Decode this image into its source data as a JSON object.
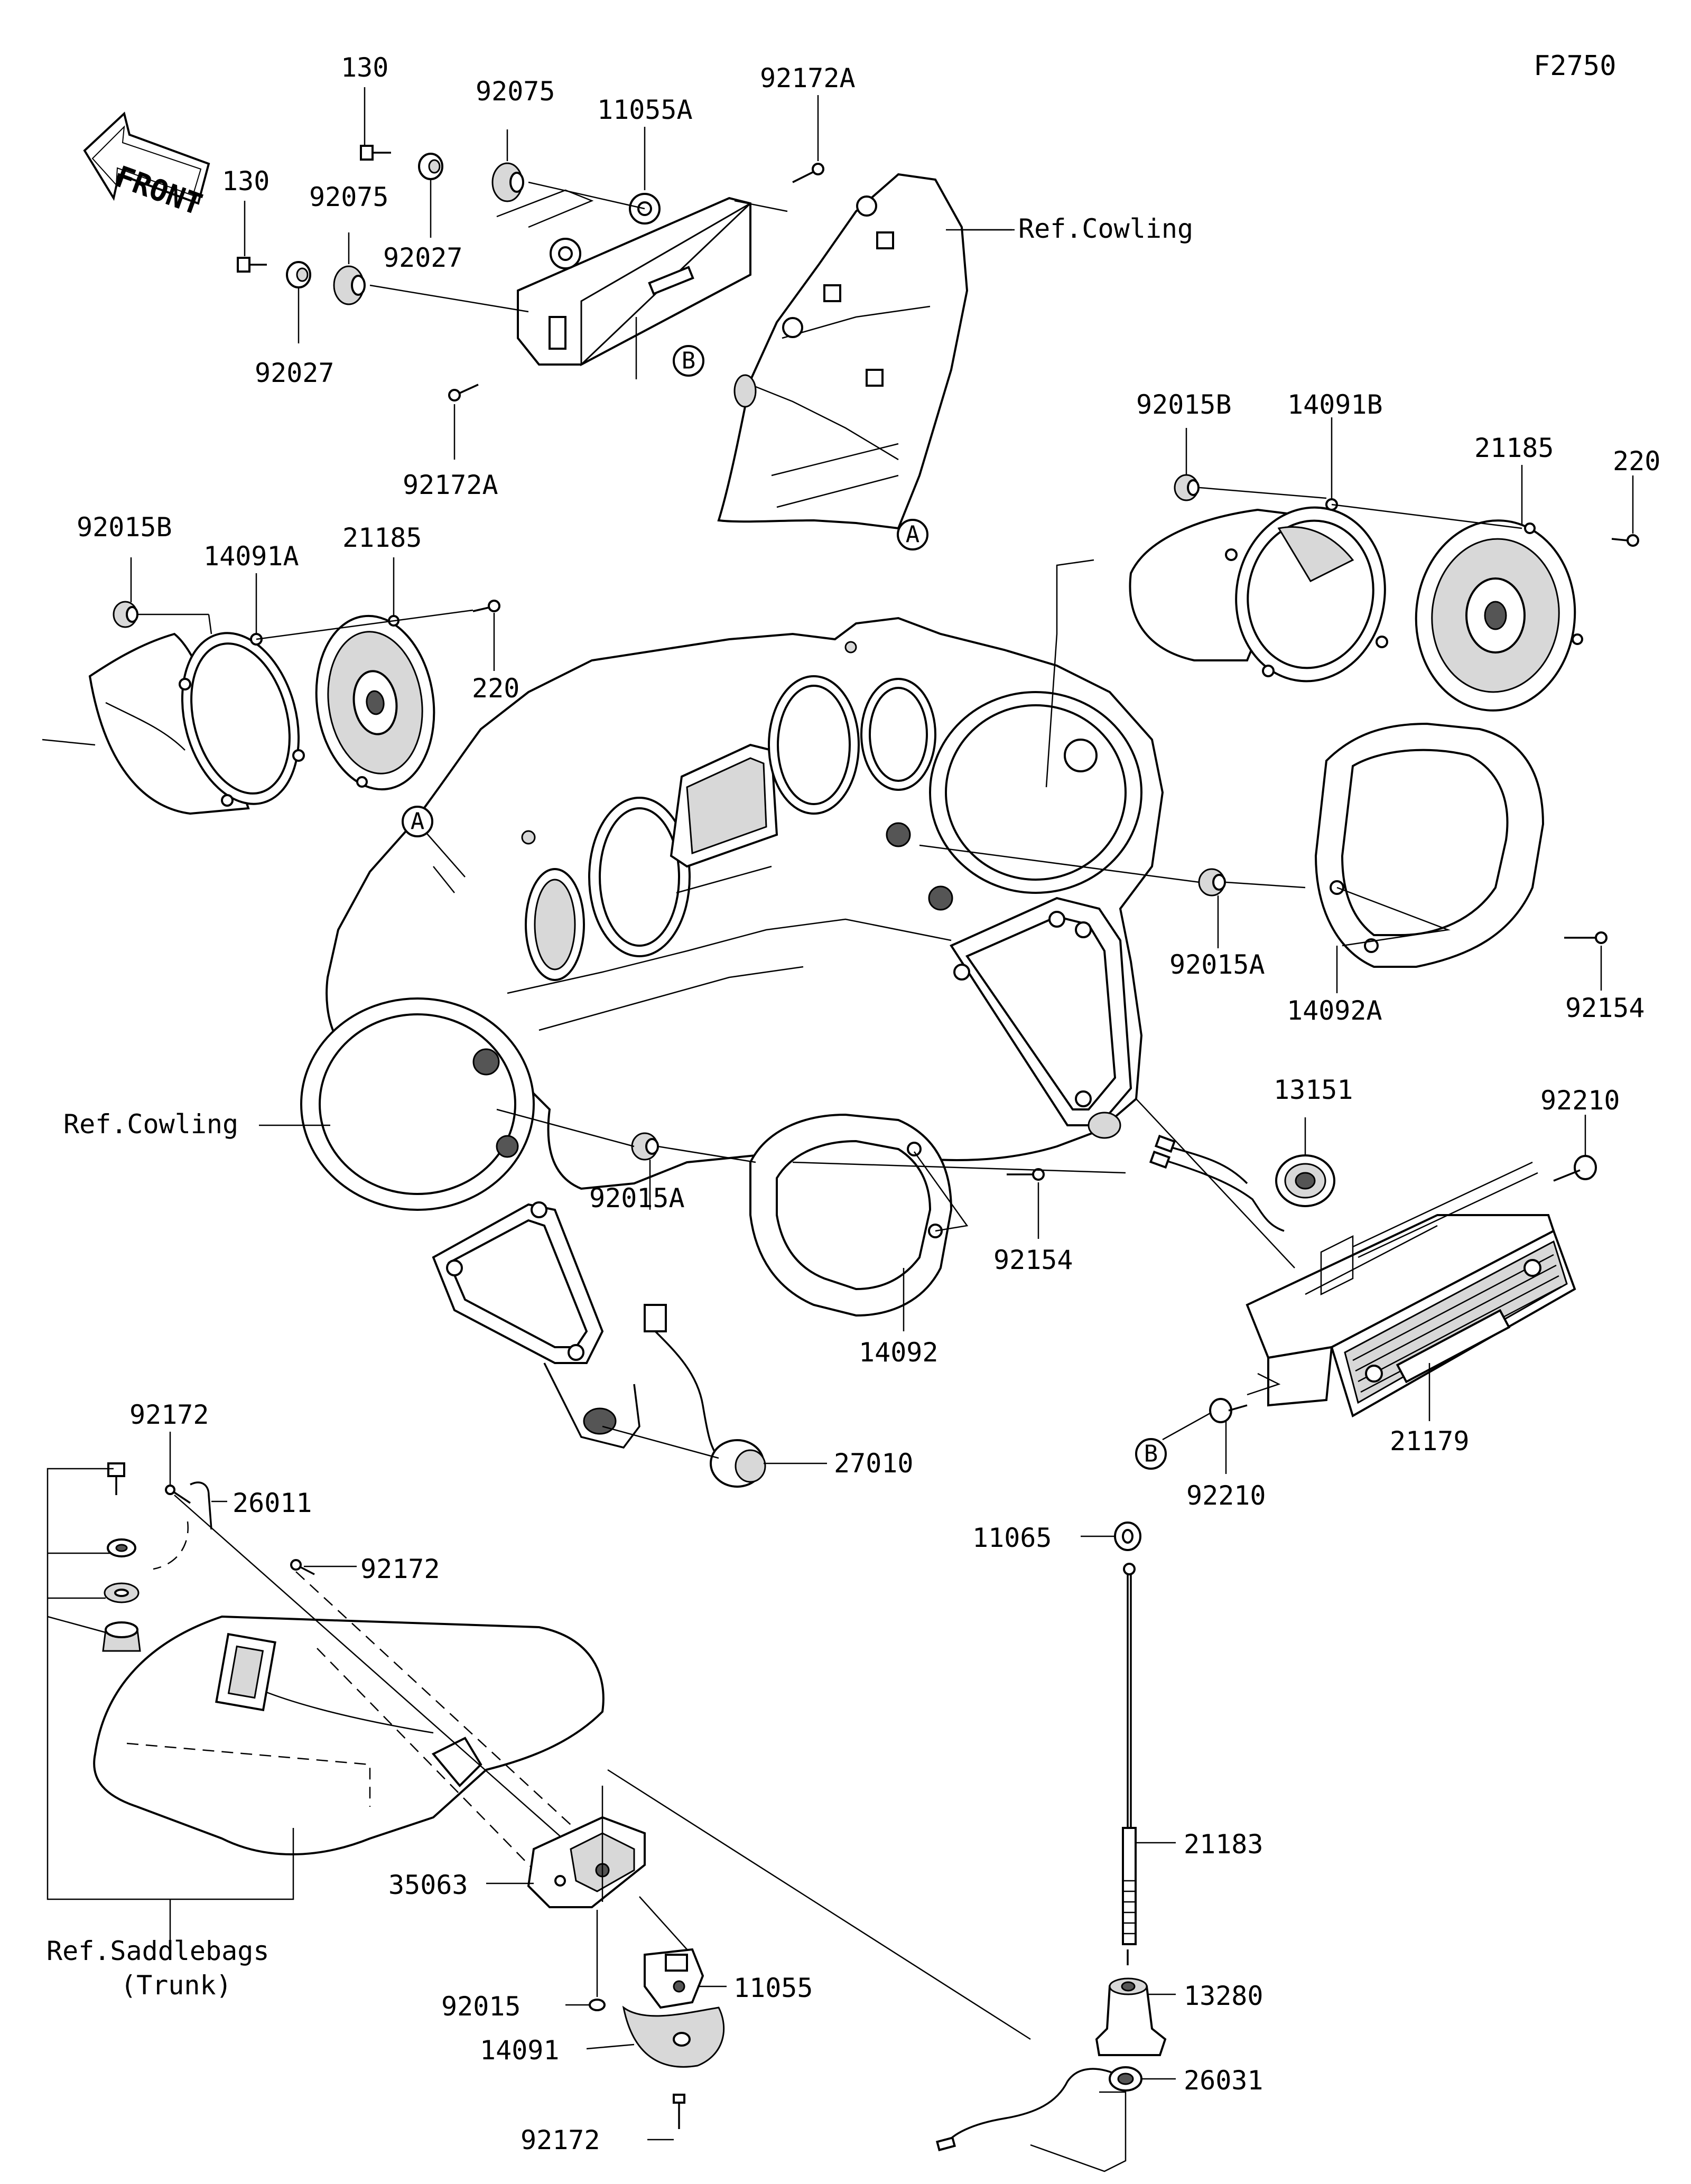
{
  "figure_code": "F2750",
  "front_label": "FRONT",
  "callouts": {
    "c130_top": "130",
    "c130_left": "130",
    "c92075_top": "92075",
    "c92075_left": "92075",
    "c92027_top": "92027",
    "c92027_left": "92027",
    "c11055A": "11055A",
    "c92172A_top": "92172A",
    "c92172A_bottom": "92172A",
    "ref_cowling_top": "Ref.Cowling",
    "ref_cowling_left": "Ref.Cowling",
    "c92015B_left": "92015B",
    "c92015B_right": "92015B",
    "c14091A": "14091A",
    "c14091B": "14091B",
    "c21185_left": "21185",
    "c21185_right": "21185",
    "c220_left": "220",
    "c220_right": "220",
    "c92015A_left": "92015A",
    "c92015A_right": "92015A",
    "c92154_left": "92154",
    "c92154_right": "92154",
    "c14092A": "14092A",
    "c14092": "14092",
    "c13151": "13151",
    "c92210_top": "92210",
    "c92210_bottom": "92210",
    "c21179": "21179",
    "c27010": "27010",
    "c92172_1": "92172",
    "c92172_2": "92172",
    "c92172_3": "92172",
    "c26011": "26011",
    "c11065": "11065",
    "c21183": "21183",
    "c13280": "13280",
    "c26031": "26031",
    "c35063": "35063",
    "c92015": "92015",
    "c11055": "11055",
    "c14091": "14091",
    "ref_saddlebags": "Ref.Saddlebags",
    "trunk": "(Trunk)"
  },
  "reference_marks": {
    "a": "A",
    "b": "B"
  }
}
